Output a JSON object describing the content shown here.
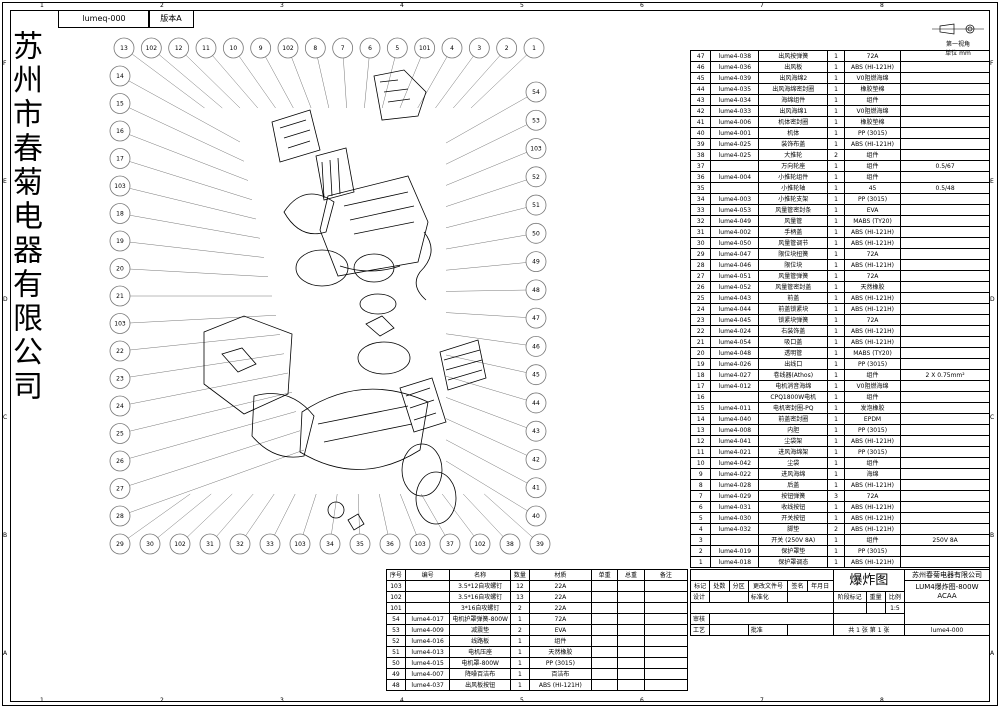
{
  "header": {
    "drawing_code": "lumeq-000",
    "version_label": "版本A"
  },
  "side_company": "苏州市春菊电器有限公司",
  "projection": {
    "label": "第一视角",
    "unit_label": "单位",
    "unit": "mm"
  },
  "zone_numbers_top": [
    "1",
    "2",
    "3",
    "4",
    "5",
    "6",
    "7",
    "8"
  ],
  "zone_letters": [
    "F",
    "E",
    "D",
    "C",
    "B",
    "A"
  ],
  "balloons_top": [
    "13",
    "102",
    "12",
    "11",
    "10",
    "9",
    "102",
    "8",
    "7",
    "6",
    "5",
    "101",
    "4",
    "3",
    "2",
    "1"
  ],
  "balloons_left": [
    "14",
    "15",
    "16",
    "17",
    "103",
    "18",
    "19",
    "20",
    "21",
    "103",
    "22",
    "23",
    "24",
    "25",
    "26",
    "27",
    "28"
  ],
  "balloons_right": [
    "54",
    "53",
    "103",
    "52",
    "51",
    "50",
    "49",
    "48",
    "47",
    "46",
    "45",
    "44",
    "43",
    "42",
    "41",
    "40"
  ],
  "balloons_bottom": [
    "29",
    "30",
    "102",
    "31",
    "32",
    "33",
    "103",
    "34",
    "35",
    "36",
    "103",
    "37",
    "102",
    "38",
    "39"
  ],
  "parts_list": [
    {
      "no": "47",
      "code": "lume4-038",
      "name": "出风按弹簧",
      "qty": "1",
      "mat": "72A",
      "note": ""
    },
    {
      "no": "46",
      "code": "lume4-036",
      "name": "出风板",
      "qty": "1",
      "mat": "ABS (HI-121H)",
      "note": ""
    },
    {
      "no": "45",
      "code": "lume4-039",
      "name": "出风海绵2",
      "qty": "1",
      "mat": "V0阻燃海绵",
      "note": ""
    },
    {
      "no": "44",
      "code": "lume4-035",
      "name": "出风海绵密封圈",
      "qty": "1",
      "mat": "橡胶垫棉",
      "note": ""
    },
    {
      "no": "43",
      "code": "lume4-034",
      "name": "海绵组件",
      "qty": "1",
      "mat": "组件",
      "note": ""
    },
    {
      "no": "42",
      "code": "lume4-033",
      "name": "出风海绵1",
      "qty": "1",
      "mat": "V0阻燃海绵",
      "note": ""
    },
    {
      "no": "41",
      "code": "lume4-006",
      "name": "机体密封圈",
      "qty": "1",
      "mat": "橡胶垫棉",
      "note": ""
    },
    {
      "no": "40",
      "code": "lume4-001",
      "name": "机体",
      "qty": "1",
      "mat": "PP (3015)",
      "note": ""
    },
    {
      "no": "39",
      "code": "lume4-025",
      "name": "装饰布盖",
      "qty": "1",
      "mat": "ABS (HI-121H)",
      "note": ""
    },
    {
      "no": "38",
      "code": "lume4-025",
      "name": "大推轮",
      "qty": "2",
      "mat": "组件",
      "note": ""
    },
    {
      "no": "37",
      "code": "",
      "name": "万向轮座",
      "qty": "1",
      "mat": "组件",
      "note": "0.5/67"
    },
    {
      "no": "36",
      "code": "lume4-004",
      "name": "小推轮组件",
      "qty": "1",
      "mat": "组件",
      "note": ""
    },
    {
      "no": "35",
      "code": "",
      "name": "小推轮轴",
      "qty": "1",
      "mat": "45",
      "note": "0.5/48"
    },
    {
      "no": "34",
      "code": "lume4-003",
      "name": "小推轮支架",
      "qty": "1",
      "mat": "PP (3015)",
      "note": ""
    },
    {
      "no": "33",
      "code": "lume4-053",
      "name": "风量管密封条",
      "qty": "1",
      "mat": "EVA",
      "note": ""
    },
    {
      "no": "32",
      "code": "lume4-049",
      "name": "风量管",
      "qty": "1",
      "mat": "MABS (TY20)",
      "note": ""
    },
    {
      "no": "31",
      "code": "lume4-002",
      "name": "手柄盖",
      "qty": "1",
      "mat": "ABS (HI-121H)",
      "note": ""
    },
    {
      "no": "30",
      "code": "lume4-050",
      "name": "风量管调节",
      "qty": "1",
      "mat": "ABS (HI-121H)",
      "note": ""
    },
    {
      "no": "29",
      "code": "lume4-047",
      "name": "限位块扭簧",
      "qty": "1",
      "mat": "72A",
      "note": ""
    },
    {
      "no": "28",
      "code": "lume4-046",
      "name": "限位块",
      "qty": "1",
      "mat": "ABS (HI-121H)",
      "note": ""
    },
    {
      "no": "27",
      "code": "lume4-051",
      "name": "风量管弹簧",
      "qty": "1",
      "mat": "72A",
      "note": ""
    },
    {
      "no": "26",
      "code": "lume4-052",
      "name": "风量管密封盖",
      "qty": "1",
      "mat": "天然橡胶",
      "note": ""
    },
    {
      "no": "25",
      "code": "lume4-043",
      "name": "前盖",
      "qty": "1",
      "mat": "ABS (HI-121H)",
      "note": ""
    },
    {
      "no": "24",
      "code": "lume4-044",
      "name": "前盖锁紧块",
      "qty": "1",
      "mat": "ABS (HI-121H)",
      "note": ""
    },
    {
      "no": "23",
      "code": "lume4-045",
      "name": "锁紧块弹簧",
      "qty": "1",
      "mat": "72A",
      "note": ""
    },
    {
      "no": "22",
      "code": "lume4-024",
      "name": "右装饰盖",
      "qty": "1",
      "mat": "ABS (HI-121H)",
      "note": ""
    },
    {
      "no": "21",
      "code": "lume4-054",
      "name": "吸口盖",
      "qty": "1",
      "mat": "ABS (HI-121H)",
      "note": ""
    },
    {
      "no": "20",
      "code": "lume4-048",
      "name": "透明管",
      "qty": "1",
      "mat": "MABS (TY20)",
      "note": ""
    },
    {
      "no": "19",
      "code": "lume4-026",
      "name": "出线口",
      "qty": "1",
      "mat": "PP (3015)",
      "note": ""
    },
    {
      "no": "18",
      "code": "lume4-027",
      "name": "卷线器(Athos)",
      "qty": "1",
      "mat": "组件",
      "note": "2 X 0.75mm²"
    },
    {
      "no": "17",
      "code": "lume4-012",
      "name": "电机消音海绵",
      "qty": "1",
      "mat": "V0阻燃海绵",
      "note": ""
    },
    {
      "no": "16",
      "code": "",
      "name": "CPQ1800W电机",
      "qty": "1",
      "mat": "组件",
      "note": ""
    },
    {
      "no": "15",
      "code": "lume4-011",
      "name": "电机密封圈-PQ",
      "qty": "1",
      "mat": "发泡橡胶",
      "note": ""
    },
    {
      "no": "14",
      "code": "lume4-040",
      "name": "前盖密封圈",
      "qty": "1",
      "mat": "EPDM",
      "note": ""
    },
    {
      "no": "13",
      "code": "lume4-008",
      "name": "内胆",
      "qty": "1",
      "mat": "PP (3015)",
      "note": ""
    },
    {
      "no": "12",
      "code": "lume4-041",
      "name": "尘袋架",
      "qty": "1",
      "mat": "ABS (HI-121H)",
      "note": ""
    },
    {
      "no": "11",
      "code": "lume4-021",
      "name": "进风海绵架",
      "qty": "1",
      "mat": "PP (3015)",
      "note": ""
    },
    {
      "no": "10",
      "code": "lume4-042",
      "name": "尘袋",
      "qty": "1",
      "mat": "组件",
      "note": ""
    },
    {
      "no": "9",
      "code": "lume4-022",
      "name": "进风海绵",
      "qty": "1",
      "mat": "海绵",
      "note": ""
    },
    {
      "no": "8",
      "code": "lume4-028",
      "name": "后盖",
      "qty": "1",
      "mat": "ABS (HI-121H)",
      "note": ""
    },
    {
      "no": "7",
      "code": "lume4-029",
      "name": "按钮弹簧",
      "qty": "3",
      "mat": "72A",
      "note": ""
    },
    {
      "no": "6",
      "code": "lume4-031",
      "name": "收线按钮",
      "qty": "1",
      "mat": "ABS (HI-121H)",
      "note": ""
    },
    {
      "no": "5",
      "code": "lume4-030",
      "name": "开关按钮",
      "qty": "1",
      "mat": "ABS (HI-121H)",
      "note": ""
    },
    {
      "no": "4",
      "code": "lume4-032",
      "name": "脚垫",
      "qty": "2",
      "mat": "ABS (HI-121H)",
      "note": ""
    },
    {
      "no": "3",
      "code": "",
      "name": "开关 (250V 8A)",
      "qty": "1",
      "mat": "组件",
      "note": "250V 8A"
    },
    {
      "no": "2",
      "code": "lume4-019",
      "name": "保护罩垫",
      "qty": "1",
      "mat": "PP (3015)",
      "note": ""
    },
    {
      "no": "1",
      "code": "lume4-018",
      "name": "保护罩调态",
      "qty": "1",
      "mat": "ABS (HI-121H)",
      "note": ""
    }
  ],
  "bom": {
    "headers": [
      "序号",
      "编号",
      "名称",
      "数量",
      "材质",
      "单重",
      "总重",
      "备注"
    ],
    "rows": [
      [
        "103",
        "",
        "3.5*12自攻螺钉",
        "12",
        "22A",
        "",
        "",
        ""
      ],
      [
        "102",
        "",
        "3.5*16自攻螺钉",
        "13",
        "22A",
        "",
        "",
        ""
      ],
      [
        "101",
        "",
        "3*16自攻螺钉",
        "2",
        "22A",
        "",
        "",
        ""
      ],
      [
        "54",
        "lume4-017",
        "电机护罩弹簧-800W",
        "1",
        "72A",
        "",
        "",
        ""
      ],
      [
        "53",
        "lume4-009",
        "减震垫",
        "2",
        "EVA",
        "",
        "",
        ""
      ],
      [
        "52",
        "lume4-016",
        "线路板",
        "1",
        "组件",
        "",
        "",
        ""
      ],
      [
        "51",
        "lume4-013",
        "电机压座",
        "1",
        "天然橡胶",
        "",
        "",
        ""
      ],
      [
        "50",
        "lume4-015",
        "电机罩-800W",
        "1",
        "PP (3015)",
        "",
        "",
        ""
      ],
      [
        "49",
        "lume4-007",
        "降噪百洁布",
        "1",
        "百洁布",
        "",
        "",
        ""
      ],
      [
        "48",
        "lume4-037",
        "出风板按钮",
        "1",
        "ABS (HI-121H)",
        "",
        "",
        ""
      ]
    ]
  },
  "title_block": {
    "drawing_name": "爆炸图",
    "company": "苏州春菊电器有限公司",
    "model": "LUM4爆炸图-800W",
    "model_sub": "ACAA",
    "rev_headers": [
      "标记",
      "处数",
      "分区",
      "更改文件号",
      "签名",
      "年月日"
    ],
    "design_label": "设计",
    "standard_label": "标准化",
    "stage_label": "阶段标记",
    "weight_label": "重量",
    "scale_label": "比例",
    "scale_value": "1:5",
    "review_label": "审核",
    "process_label": "工艺",
    "approve_label": "批准",
    "sheet_label": "共 1 张  第 1 张",
    "drawing_no": "lume4-000"
  }
}
